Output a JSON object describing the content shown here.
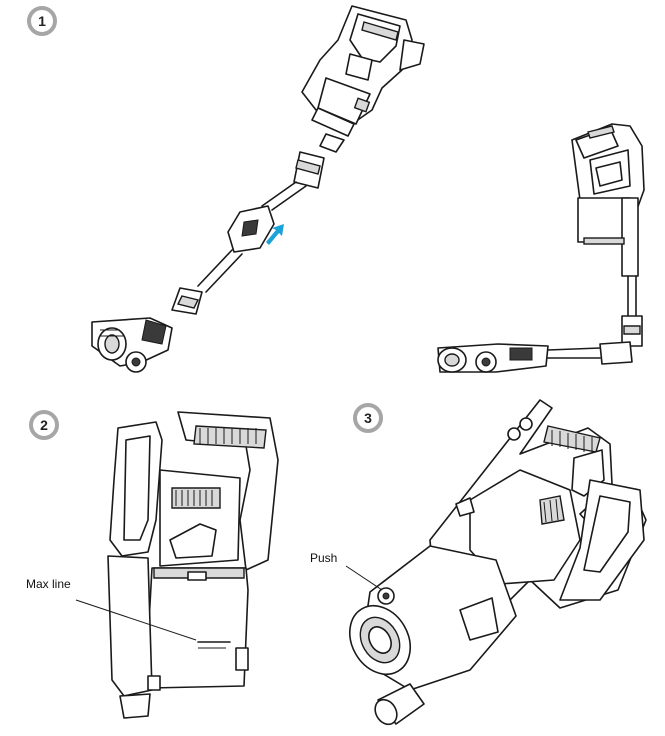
{
  "steps": [
    {
      "number": "1"
    },
    {
      "number": "2"
    },
    {
      "number": "3"
    }
  ],
  "labels": {
    "max_line": "Max line",
    "push": "Push"
  },
  "colors": {
    "arrow": "#1aa3d9",
    "badge_border": "#a6a6a6",
    "line": "#1a1a1a"
  }
}
